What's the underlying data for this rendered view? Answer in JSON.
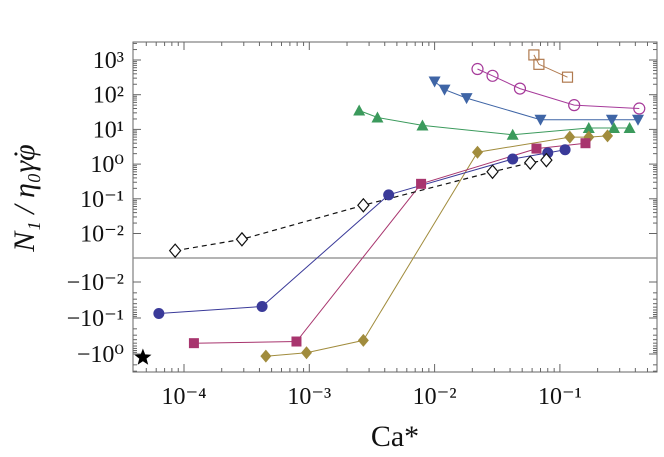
{
  "chart_data": {
    "type": "scatter",
    "xlabel": "Ca*",
    "ylabel": "N₁ / η₀γ̇φ",
    "x_scale": "log",
    "y_scale": "symmetric-log",
    "xlim": [
      4.5e-05,
      0.5
    ],
    "x_ticks": [
      "10⁻⁴",
      "10⁻³",
      "10⁻²",
      "10⁻¹"
    ],
    "y_ticks": [
      "10³",
      "10²",
      "10¹",
      "10⁰",
      "10⁻¹",
      "10⁻²",
      "−10⁻²",
      "−10⁻¹",
      "−10⁰"
    ],
    "reference_line": "N₁ = 0 (horizontal line)",
    "grid": false,
    "series": [
      {
        "color": "#b07a4f",
        "marker": "open-square",
        "line": "solid",
        "points": [
          [
            0.062,
            1400
          ],
          [
            0.068,
            750
          ],
          [
            0.115,
            320
          ]
        ]
      },
      {
        "color": "#a63a9a",
        "marker": "open-circle",
        "line": "solid",
        "points": [
          [
            0.022,
            550
          ],
          [
            0.029,
            350
          ],
          [
            0.048,
            150
          ],
          [
            0.13,
            50
          ],
          [
            0.43,
            40
          ]
        ]
      },
      {
        "color": "#3f65a6",
        "marker": "triangle-down",
        "line": "solid",
        "points": [
          [
            0.01,
            240
          ],
          [
            0.012,
            140
          ],
          [
            0.018,
            80
          ],
          [
            0.07,
            19
          ],
          [
            0.26,
            19
          ],
          [
            0.42,
            19
          ]
        ]
      },
      {
        "color": "#3b9a5c",
        "marker": "triangle-up",
        "line": "solid",
        "points": [
          [
            0.0025,
            35
          ],
          [
            0.0035,
            22
          ],
          [
            0.008,
            13
          ],
          [
            0.042,
            7
          ],
          [
            0.17,
            11
          ],
          [
            0.27,
            11
          ],
          [
            0.36,
            11
          ]
        ]
      },
      {
        "color": "#a18c3d",
        "marker": "diamond",
        "line": "solid",
        "points": [
          [
            0.00045,
            -1.15
          ],
          [
            0.00095,
            -0.92
          ],
          [
            0.0027,
            -0.42
          ],
          [
            0.022,
            2.2
          ],
          [
            0.12,
            6
          ],
          [
            0.17,
            6
          ],
          [
            0.24,
            6.5
          ]
        ]
      },
      {
        "color": "#a8356e",
        "marker": "square",
        "line": "solid",
        "points": [
          [
            0.00012,
            -0.5
          ],
          [
            0.00079,
            -0.45
          ],
          [
            0.0078,
            0.27
          ],
          [
            0.065,
            2.8
          ],
          [
            0.16,
            4
          ]
        ]
      },
      {
        "color": "#3a3a99",
        "marker": "circle",
        "line": "solid",
        "points": [
          [
            6.3e-05,
            -0.075
          ],
          [
            0.00042,
            -0.048
          ],
          [
            0.0043,
            0.13
          ],
          [
            0.042,
            1.4
          ],
          [
            0.08,
            2.1
          ],
          [
            0.11,
            2.6
          ]
        ]
      },
      {
        "color": "#111111",
        "marker": "open-diamond",
        "line": "dashed",
        "points": [
          [
            8.5e-05,
            0.0032
          ],
          [
            0.00029,
            0.0068
          ],
          [
            0.0027,
            0.065
          ],
          [
            0.029,
            0.6
          ],
          [
            0.058,
            1.1
          ],
          [
            0.078,
            1.3
          ]
        ]
      },
      {
        "color": "#000000",
        "marker": "star",
        "line": "none",
        "points": [
          [
            4.7e-05,
            -1.25
          ]
        ]
      }
    ]
  }
}
